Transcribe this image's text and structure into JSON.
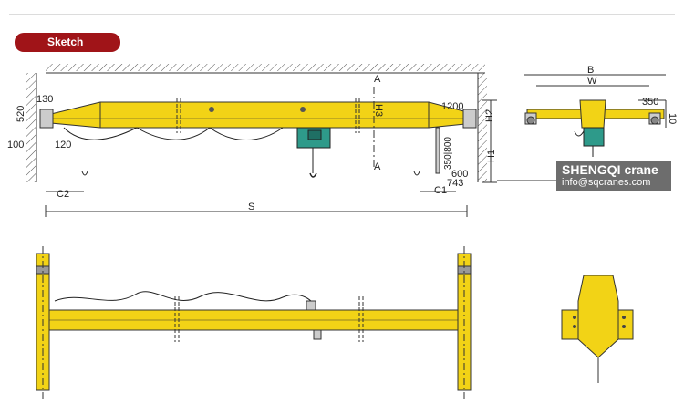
{
  "section": {
    "tab_label": "Sketch"
  },
  "watermark": {
    "brand": "SHENGQI crane",
    "site": "info@sqcranes.com"
  },
  "dimensions": {
    "d130": "130",
    "d520": "520",
    "d100": "100",
    "d120": "120",
    "C2": "C2",
    "S": "S",
    "A_top": "A",
    "A_bottom": "A",
    "H3": "H3",
    "d1200": "1200",
    "H2": "H2",
    "H1": "H1",
    "d350_800": "350|800",
    "d600": "600",
    "d743": "743",
    "C1": "C1",
    "B": "B",
    "W": "W",
    "d350": "350",
    "d10": "10"
  },
  "colors": {
    "beam": "#f2d316",
    "hoist": "#2e9a8a",
    "tab": "#a01418",
    "line": "#333333"
  }
}
